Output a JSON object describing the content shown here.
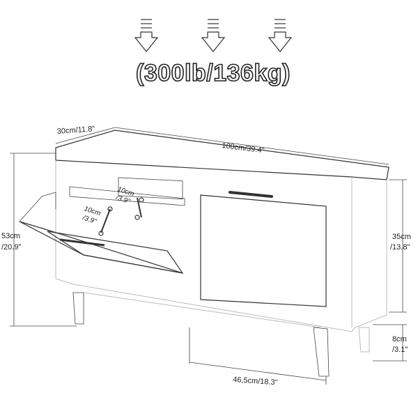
{
  "load": {
    "label": "(300lb/136kg)",
    "arrow_count": 3,
    "arrow_icon": "down-arrow-icon"
  },
  "dimensions": {
    "depth": "30cm/11.8\"",
    "width": "100cm/39.4\"",
    "total_height": {
      "line1": "53cm",
      "line2": "/20.9\""
    },
    "cabinet_height": {
      "line1": "35cm",
      "line2": "/13.8\""
    },
    "leg_height": {
      "line1": "8cm",
      "line2": "/3.1\""
    },
    "inner_width": "46,5cm/18.3\"",
    "compartment_upper": {
      "line1": "10cm",
      "line2": "/3.9\""
    },
    "compartment_lower": {
      "line1": "10cm",
      "line2": "/3.9\""
    }
  },
  "colors": {
    "line": "#333333",
    "mesh": "#555555",
    "background": "#ffffff"
  }
}
